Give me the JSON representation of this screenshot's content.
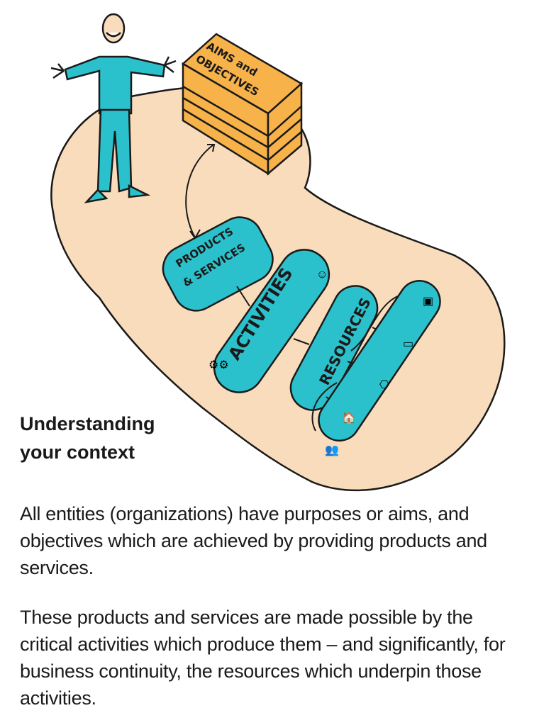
{
  "diagram": {
    "labels": {
      "aims_line1": "AIMS and",
      "aims_line2": "OBJECTIVES",
      "products_line1": "PRODUCTS",
      "products_line2": "& SERVICES",
      "activities": "ACTIVITIES",
      "resources": "RESOURCES"
    },
    "colors": {
      "teal": "#2bc1cc",
      "orange": "#f7b24a",
      "peach": "#f9dcbc",
      "outline": "#1a1a1a"
    },
    "icons": [
      "person-icon",
      "building-block-icon",
      "gears-icon",
      "worker-icon",
      "people-icon",
      "buildings-icon",
      "network-icon",
      "vehicle-icon",
      "document-icon"
    ]
  },
  "content": {
    "title": "Understanding your context",
    "paragraphs": [
      "All entities (organizations) have purposes or aims, and objectives which are achieved by providing products and services.",
      "These products and services are made possible by the critical activities which produce them – and significantly, for business continuity, the resources which underpin those activities."
    ]
  }
}
